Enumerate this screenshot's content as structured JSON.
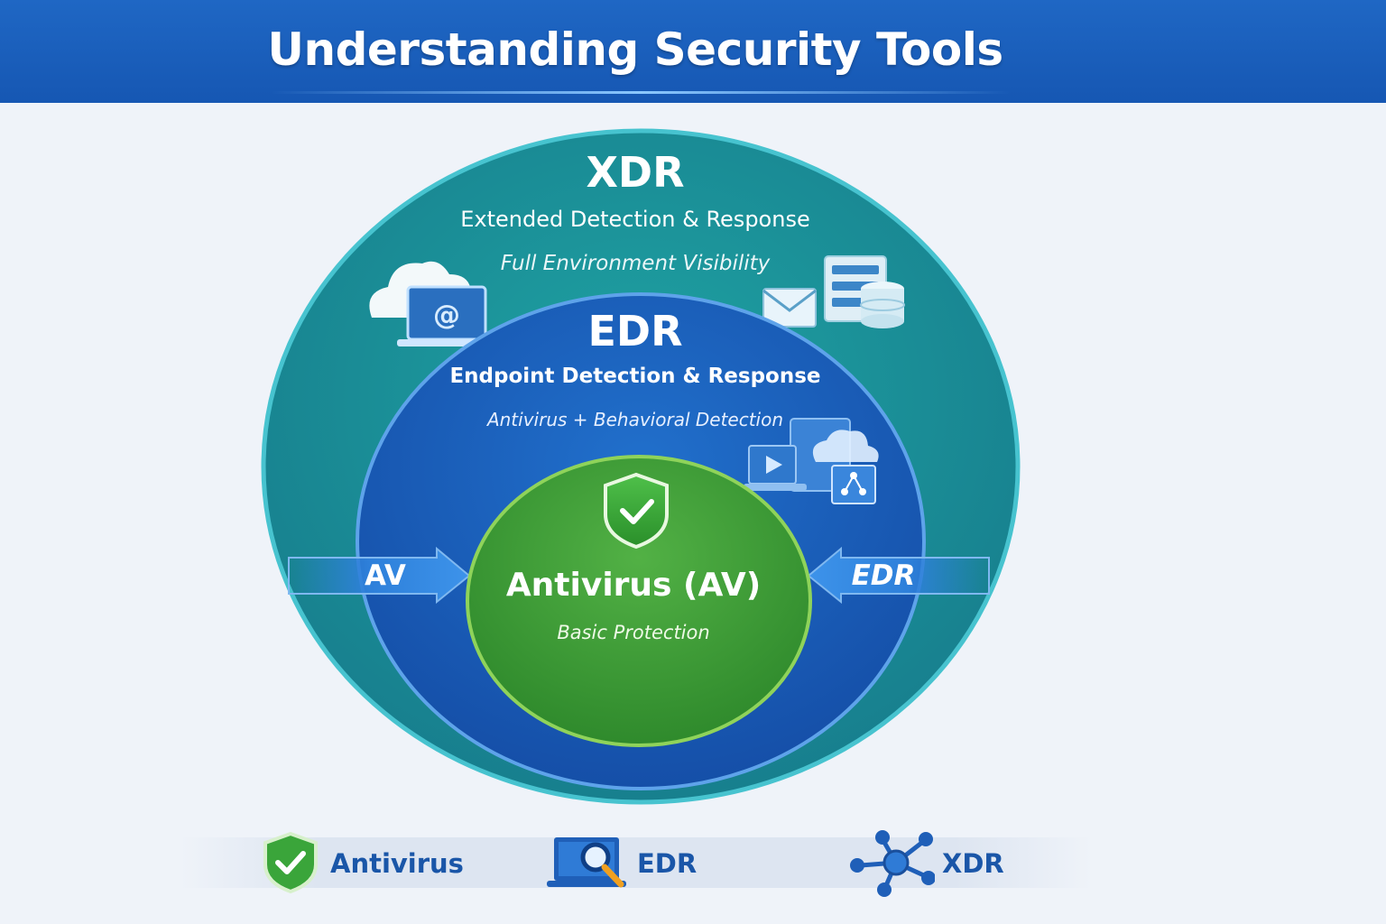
{
  "header": {
    "title": "Understanding Security Tools"
  },
  "colors": {
    "header_blue": "#1a5fbd",
    "xdr_teal": "#1e9a9c",
    "edr_blue": "#1c5ebd",
    "av_green": "#47a83e",
    "legend_text": "#1a56a8"
  },
  "diagram": {
    "xdr": {
      "title": "XDR",
      "subtitle": "Extended Detection & Response",
      "description": "Full Environment Visibility"
    },
    "edr": {
      "title": "EDR",
      "subtitle": "Endpoint Detection & Response",
      "description": "Antivirus + Behavioral Detection"
    },
    "av": {
      "title": "Antivirus (AV)",
      "description": "Basic Protection"
    },
    "arrow_left_label": "AV",
    "arrow_right_label": "EDR"
  },
  "legend": [
    {
      "icon": "shield-check-icon",
      "label": "Antivirus"
    },
    {
      "icon": "laptop-search-icon",
      "label": "EDR"
    },
    {
      "icon": "network-nodes-icon",
      "label": "XDR"
    }
  ]
}
